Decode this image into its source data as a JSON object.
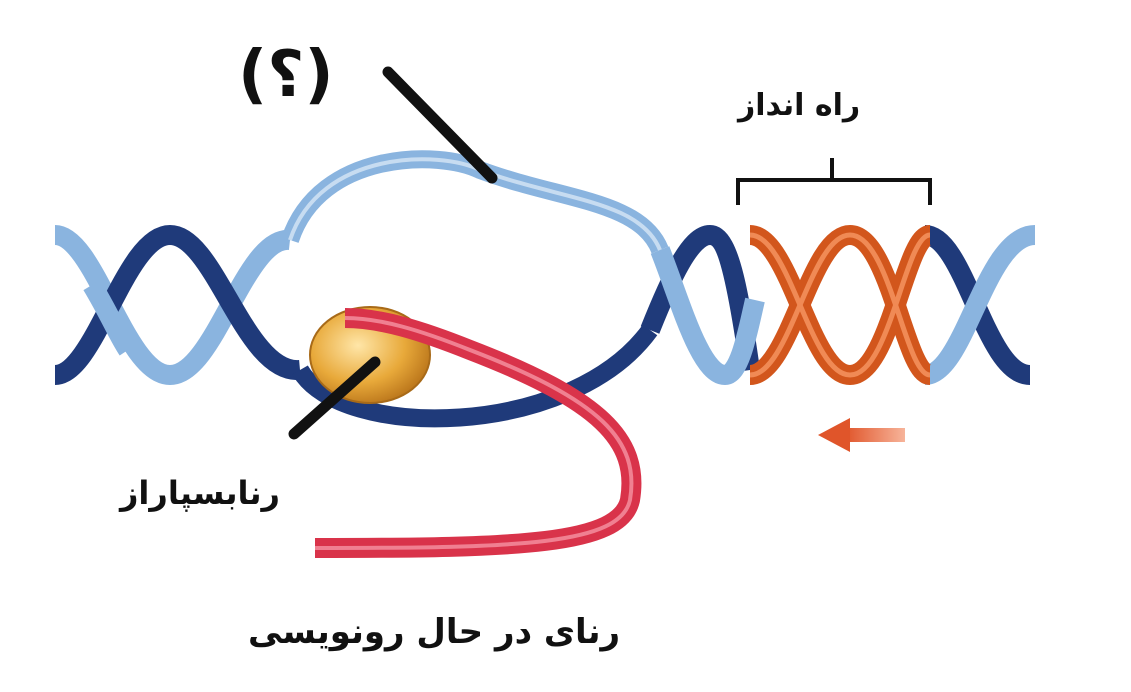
{
  "labels": {
    "unknown": "(؟)",
    "promoter": "راه انداز",
    "polymerase": "رنابسپاراز",
    "transcribing_rna": "رنای در حال رونویسی"
  },
  "colors": {
    "dna_dark": "#1f3a7a",
    "dna_light": "#8ab4df",
    "promoter_strand": "#d2561c",
    "rna": "#d9334a",
    "enzyme": "#e8a93a",
    "pointer": "#111111"
  },
  "icons": {
    "direction_arrow": "arrow-left-icon"
  }
}
